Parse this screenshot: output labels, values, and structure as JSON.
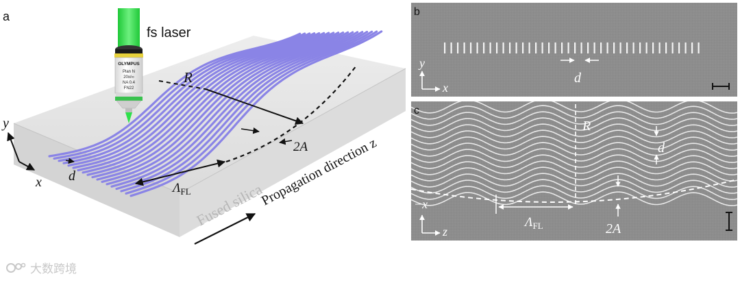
{
  "panel_a": {
    "label": "a",
    "laser": "fs laser",
    "objective": [
      "OLYMPUS",
      "Plan N",
      "20x/∞",
      "NA 0.4",
      "FN22"
    ],
    "radius": "R",
    "amplitude": "2A",
    "period_sym": "Λ",
    "period_sub": "FL",
    "spacing": "d",
    "material": "Fused silica",
    "direction": "Propagation direction z",
    "axis_y": "y",
    "axis_x": "x"
  },
  "panel_b": {
    "label": "b",
    "axis_y": "y",
    "axis_x": "x",
    "spacing": "d"
  },
  "panel_c": {
    "label": "c",
    "radius": "R",
    "spacing": "d",
    "axis_neg_x": "−x",
    "axis_z": "z",
    "period_sym": "Λ",
    "period_sub": "FL",
    "amplitude": "2A"
  },
  "watermark": "大数跨境",
  "colors": {
    "waveguide": "#8a84e6",
    "laser_beam": "#2ee04a",
    "glass": "#e6e6e6",
    "micrograph": "#8c8c8c"
  }
}
